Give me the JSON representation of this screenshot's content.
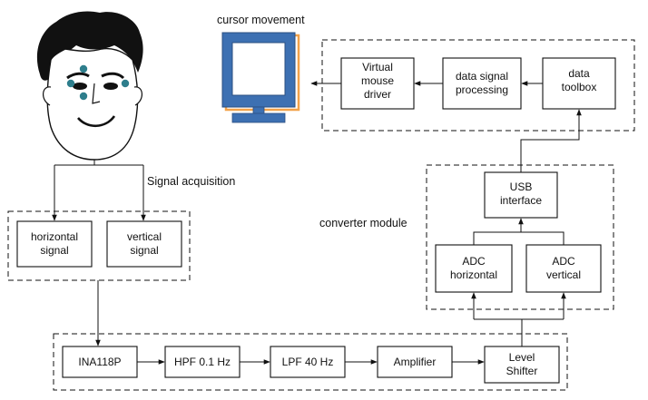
{
  "labels": {
    "cursor_movement": "cursor movement",
    "signal_acquisition": "Signal acquisition",
    "converter_module": "converter module"
  },
  "blocks": {
    "virtual_mouse_driver": [
      "Virtual",
      "mouse",
      "driver"
    ],
    "data_signal_processing": [
      "data signal",
      "processing"
    ],
    "data_toolbox": [
      "data",
      "toolbox"
    ],
    "usb_interface": [
      "USB",
      "interface"
    ],
    "adc_horizontal": [
      "ADC",
      "horizontal"
    ],
    "adc_vertical": [
      "ADC",
      "vertical"
    ],
    "horizontal_signal": [
      "horizontal",
      "signal"
    ],
    "vertical_signal": [
      "vertical",
      "signal"
    ],
    "ina118p": [
      "INA118P"
    ],
    "hpf": [
      "HPF 0.1 Hz"
    ],
    "lpf": [
      "LPF 40 Hz"
    ],
    "amplifier": [
      "Amplifier"
    ],
    "level_shifter": [
      "Level",
      "Shifter"
    ]
  },
  "colors": {
    "monitor_blue": "#3d70b2",
    "monitor_dark": "#2c4f80",
    "monitor_orange": "#f2a24a",
    "electrode_teal": "#2e7e8c",
    "line": "#111111"
  },
  "icons": {
    "monitor": "monitor-icon",
    "face": "face-icon"
  }
}
